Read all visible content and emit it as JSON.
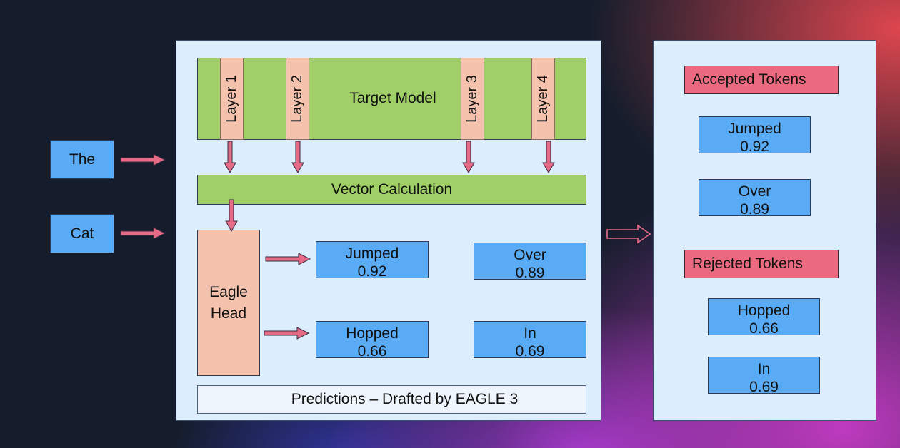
{
  "inputs": {
    "word1": "The",
    "word2": "Cat"
  },
  "target_model": {
    "title": "Target Model",
    "layers": [
      "Layer 1",
      "Layer 2",
      "Layer 3",
      "Layer 4"
    ]
  },
  "vector_calculation": "Vector Calculation",
  "eagle_head": {
    "line1": "Eagle",
    "line2": "Head"
  },
  "drafts": {
    "top_left": {
      "token": "Jumped",
      "score": "0.92"
    },
    "top_right": {
      "token": "Over",
      "score": "0.89"
    },
    "bottom_left": {
      "token": "Hopped",
      "score": "0.66"
    },
    "bottom_right": {
      "token": "In",
      "score": "0.69"
    }
  },
  "predictions_caption": "Predictions – Drafted by EAGLE 3",
  "accepted": {
    "label": "Accepted Tokens",
    "items": [
      {
        "token": "Jumped",
        "score": "0.92"
      },
      {
        "token": "Over",
        "score": "0.89"
      }
    ]
  },
  "rejected": {
    "label": "Rejected Tokens",
    "items": [
      {
        "token": "Hopped",
        "score": "0.66"
      },
      {
        "token": "In",
        "score": "0.69"
      }
    ]
  },
  "colors": {
    "arrow": "#e46a86",
    "token_blue": "#5aabf5",
    "model_green": "#9fcf66",
    "layer_peach": "#f5c2ae",
    "label_red": "#ec6a80",
    "panel": "#dcedfb"
  }
}
